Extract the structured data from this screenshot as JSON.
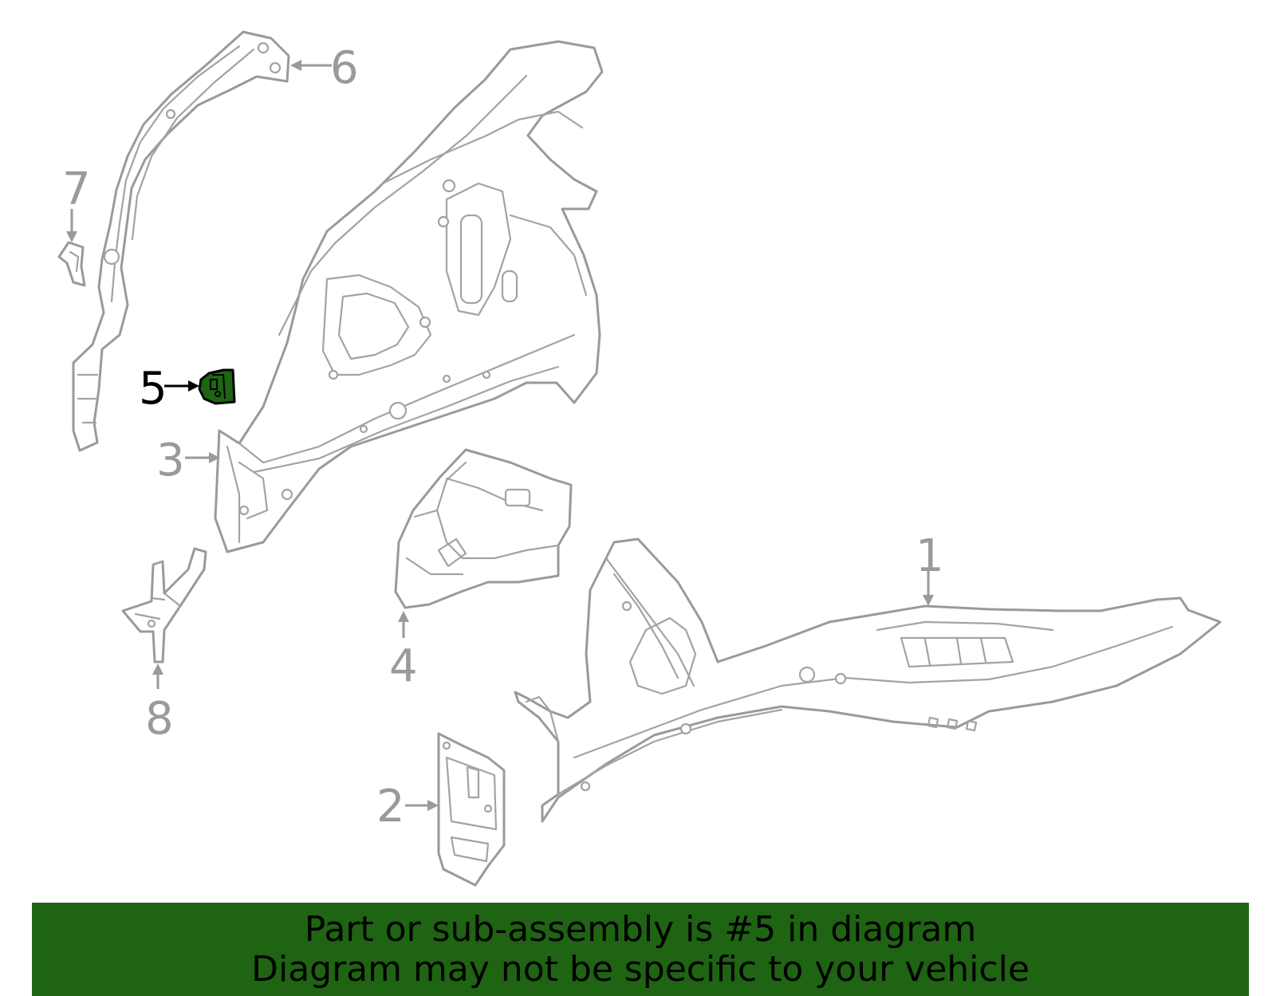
{
  "callouts": {
    "c1": "1",
    "c2": "2",
    "c3": "3",
    "c4": "4",
    "c5": "5",
    "c6": "6",
    "c7": "7",
    "c8": "8"
  },
  "highlighted_callout": "5",
  "banner": {
    "line1": "Part or sub-assembly is #5 in diagram",
    "line2": "Diagram may not be specific to your vehicle"
  },
  "colors": {
    "highlight_part": "#1e6412",
    "banner_background": "#1e6412",
    "line_art": "#9a9a9a"
  }
}
